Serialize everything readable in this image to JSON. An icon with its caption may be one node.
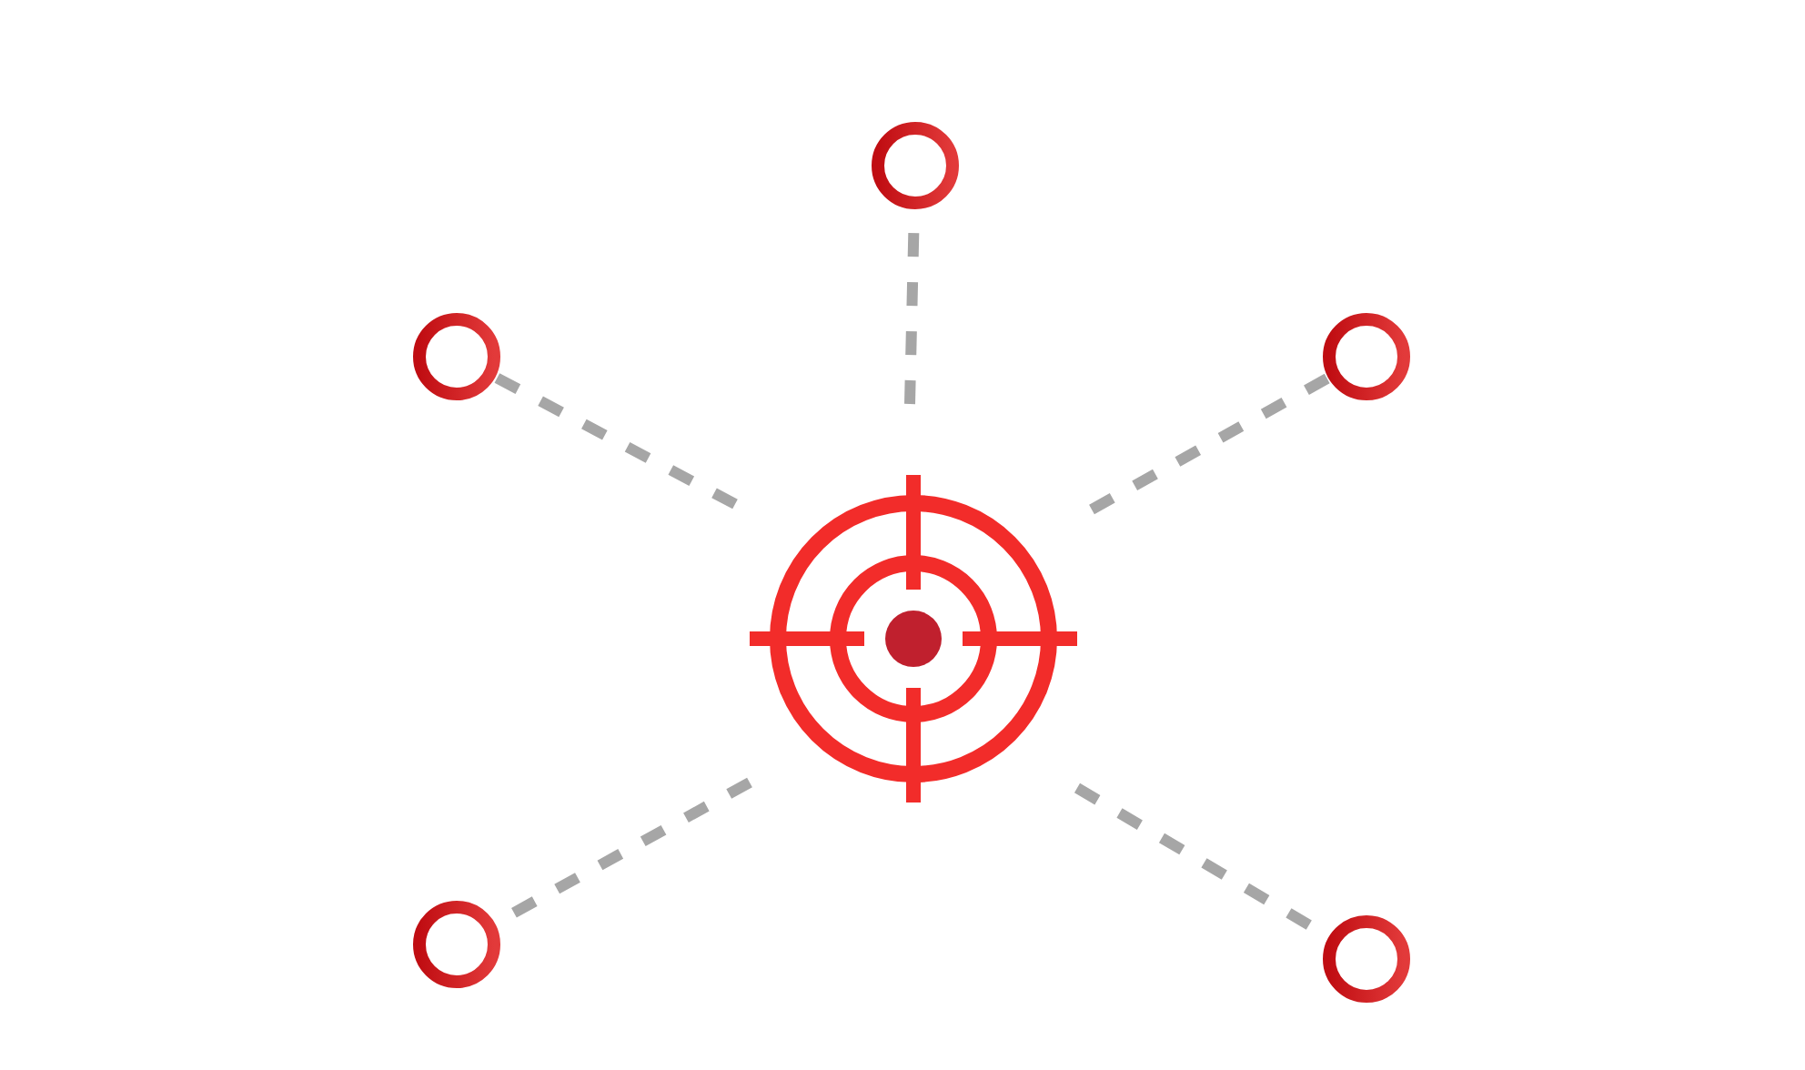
{
  "diagram": {
    "nodes": [
      {
        "text": [],
        "shape": "circle"
      },
      {
        "text": [],
        "shape": "circle"
      },
      {
        "text": [],
        "shape": "circle"
      },
      {
        "text": [],
        "shape": "target"
      },
      {
        "text": [],
        "shape": "circle"
      },
      {
        "text": [],
        "shape": "circle"
      }
    ],
    "edges": [
      {
        "from": 3,
        "to": 0,
        "arrow": "none",
        "style": "dashed"
      },
      {
        "from": 3,
        "to": 1,
        "arrow": "none",
        "style": "dashed"
      },
      {
        "from": 3,
        "to": 2,
        "arrow": "none",
        "style": "dashed"
      },
      {
        "from": 3,
        "to": 4,
        "arrow": "none",
        "style": "dashed"
      },
      {
        "from": 3,
        "to": 5,
        "arrow": "none",
        "style": "dashed"
      }
    ]
  }
}
